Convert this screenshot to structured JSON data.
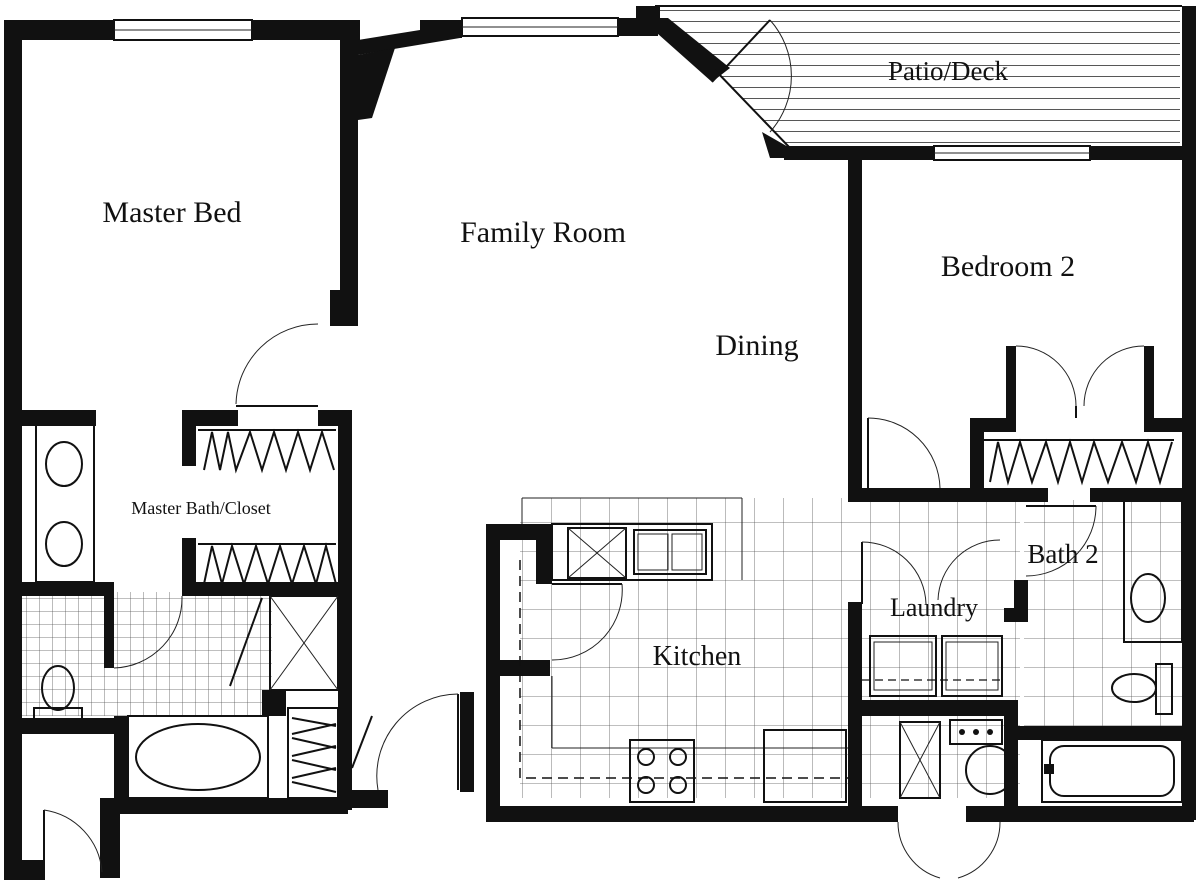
{
  "rooms": {
    "patio": "Patio/Deck",
    "master_bed": "Master Bed",
    "family_room": "Family Room",
    "bedroom2": "Bedroom 2",
    "dining": "Dining",
    "master_bath": "Master Bath/Closet",
    "bath2": "Bath 2",
    "laundry": "Laundry",
    "kitchen": "Kitchen"
  },
  "colors": {
    "walls": "#111111",
    "background": "#ffffff"
  },
  "icons": [
    "toilet-icon",
    "sink-icon",
    "bathtub-icon",
    "shower-icon",
    "range-icon",
    "washer-icon",
    "dryer-icon",
    "water-heater-icon",
    "closet-hangers-icon",
    "door-swing-icon"
  ]
}
